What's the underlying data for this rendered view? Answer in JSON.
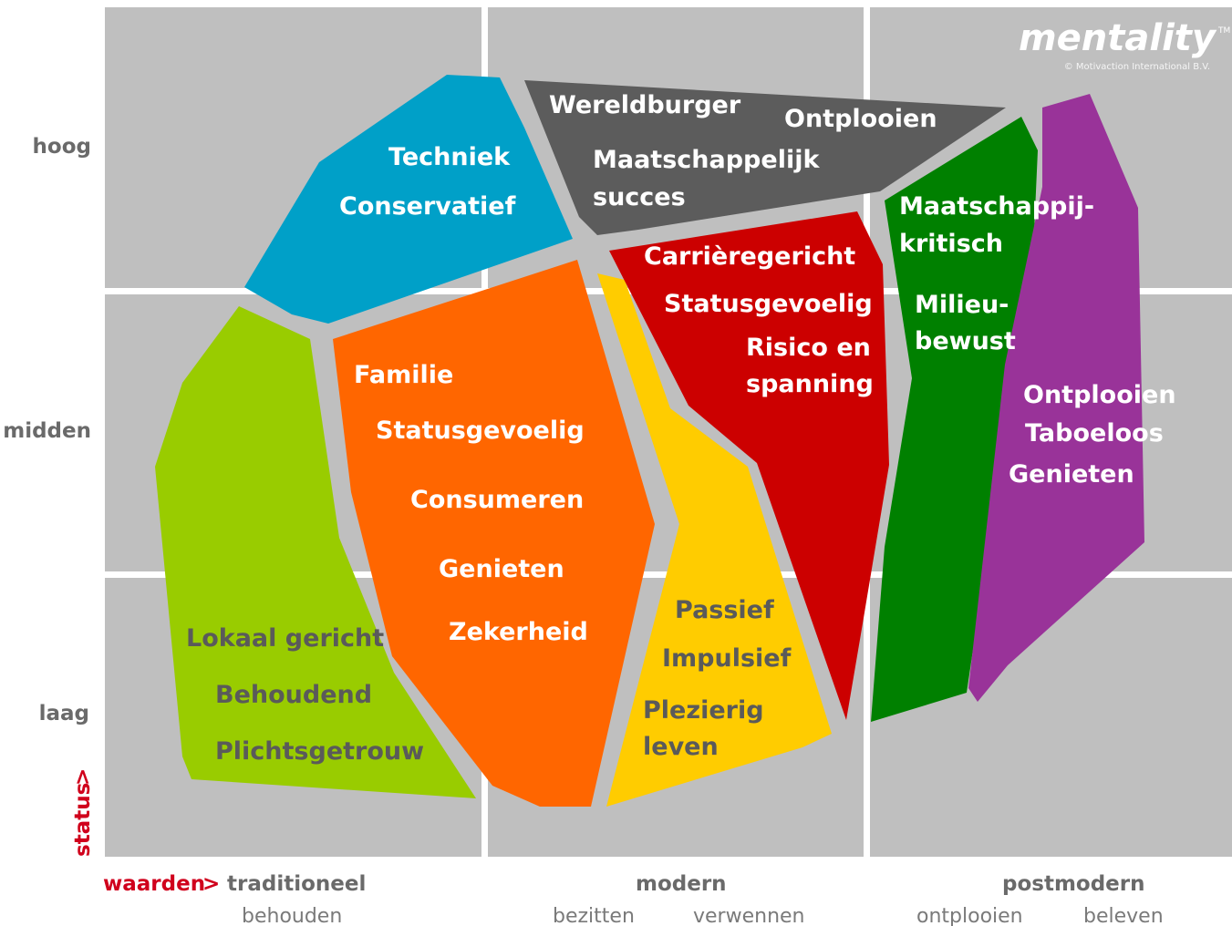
{
  "logo": {
    "name": "mentality",
    "tm": "TM",
    "copyright": "© Motivaction International B.V."
  },
  "status_axis": {
    "label": "status",
    "arrow": ">",
    "levels": [
      "hoog",
      "midden",
      "laag"
    ]
  },
  "values_axis": {
    "label": "waarden",
    "arrow": ">",
    "groups": [
      {
        "title": "traditioneel",
        "subs": [
          "behouden"
        ]
      },
      {
        "title": "modern",
        "subs": [
          "bezitten",
          "verwennen"
        ]
      },
      {
        "title": "postmodern",
        "subs": [
          "ontplooien",
          "beleven"
        ]
      }
    ]
  },
  "segments": [
    {
      "id": "blue",
      "color": "#00a0c8",
      "lines": [
        "Techniek",
        "Conservatief"
      ]
    },
    {
      "id": "grey",
      "color": "#5c5c5c",
      "lines": [
        "Wereldburger",
        "Ontplooien",
        "Maatschappelijk",
        "succes"
      ]
    },
    {
      "id": "lightgreen",
      "color": "#99cc00",
      "lines": [
        "Lokaal gericht",
        "Behoudend",
        "Plichtsgetrouw"
      ]
    },
    {
      "id": "orange",
      "color": "#ff6600",
      "lines": [
        "Familie",
        "Statusgevoelig",
        "Consumeren",
        "Genieten",
        "Zekerheid"
      ]
    },
    {
      "id": "yellow",
      "color": "#ffcc00",
      "lines": [
        "Passief",
        "Impulsief",
        "Plezierig",
        "leven"
      ]
    },
    {
      "id": "red",
      "color": "#cc0000",
      "lines": [
        "Carrièregericht",
        "Statusgevoelig",
        "Risico en",
        "spanning"
      ]
    },
    {
      "id": "darkgreen",
      "color": "#008000",
      "lines": [
        "Maatschappij-",
        "kritisch",
        "Milieu-",
        "bewust"
      ]
    },
    {
      "id": "purple",
      "color": "#993399",
      "lines": [
        "Ontplooien",
        "Taboeloos",
        "Genieten"
      ]
    }
  ]
}
